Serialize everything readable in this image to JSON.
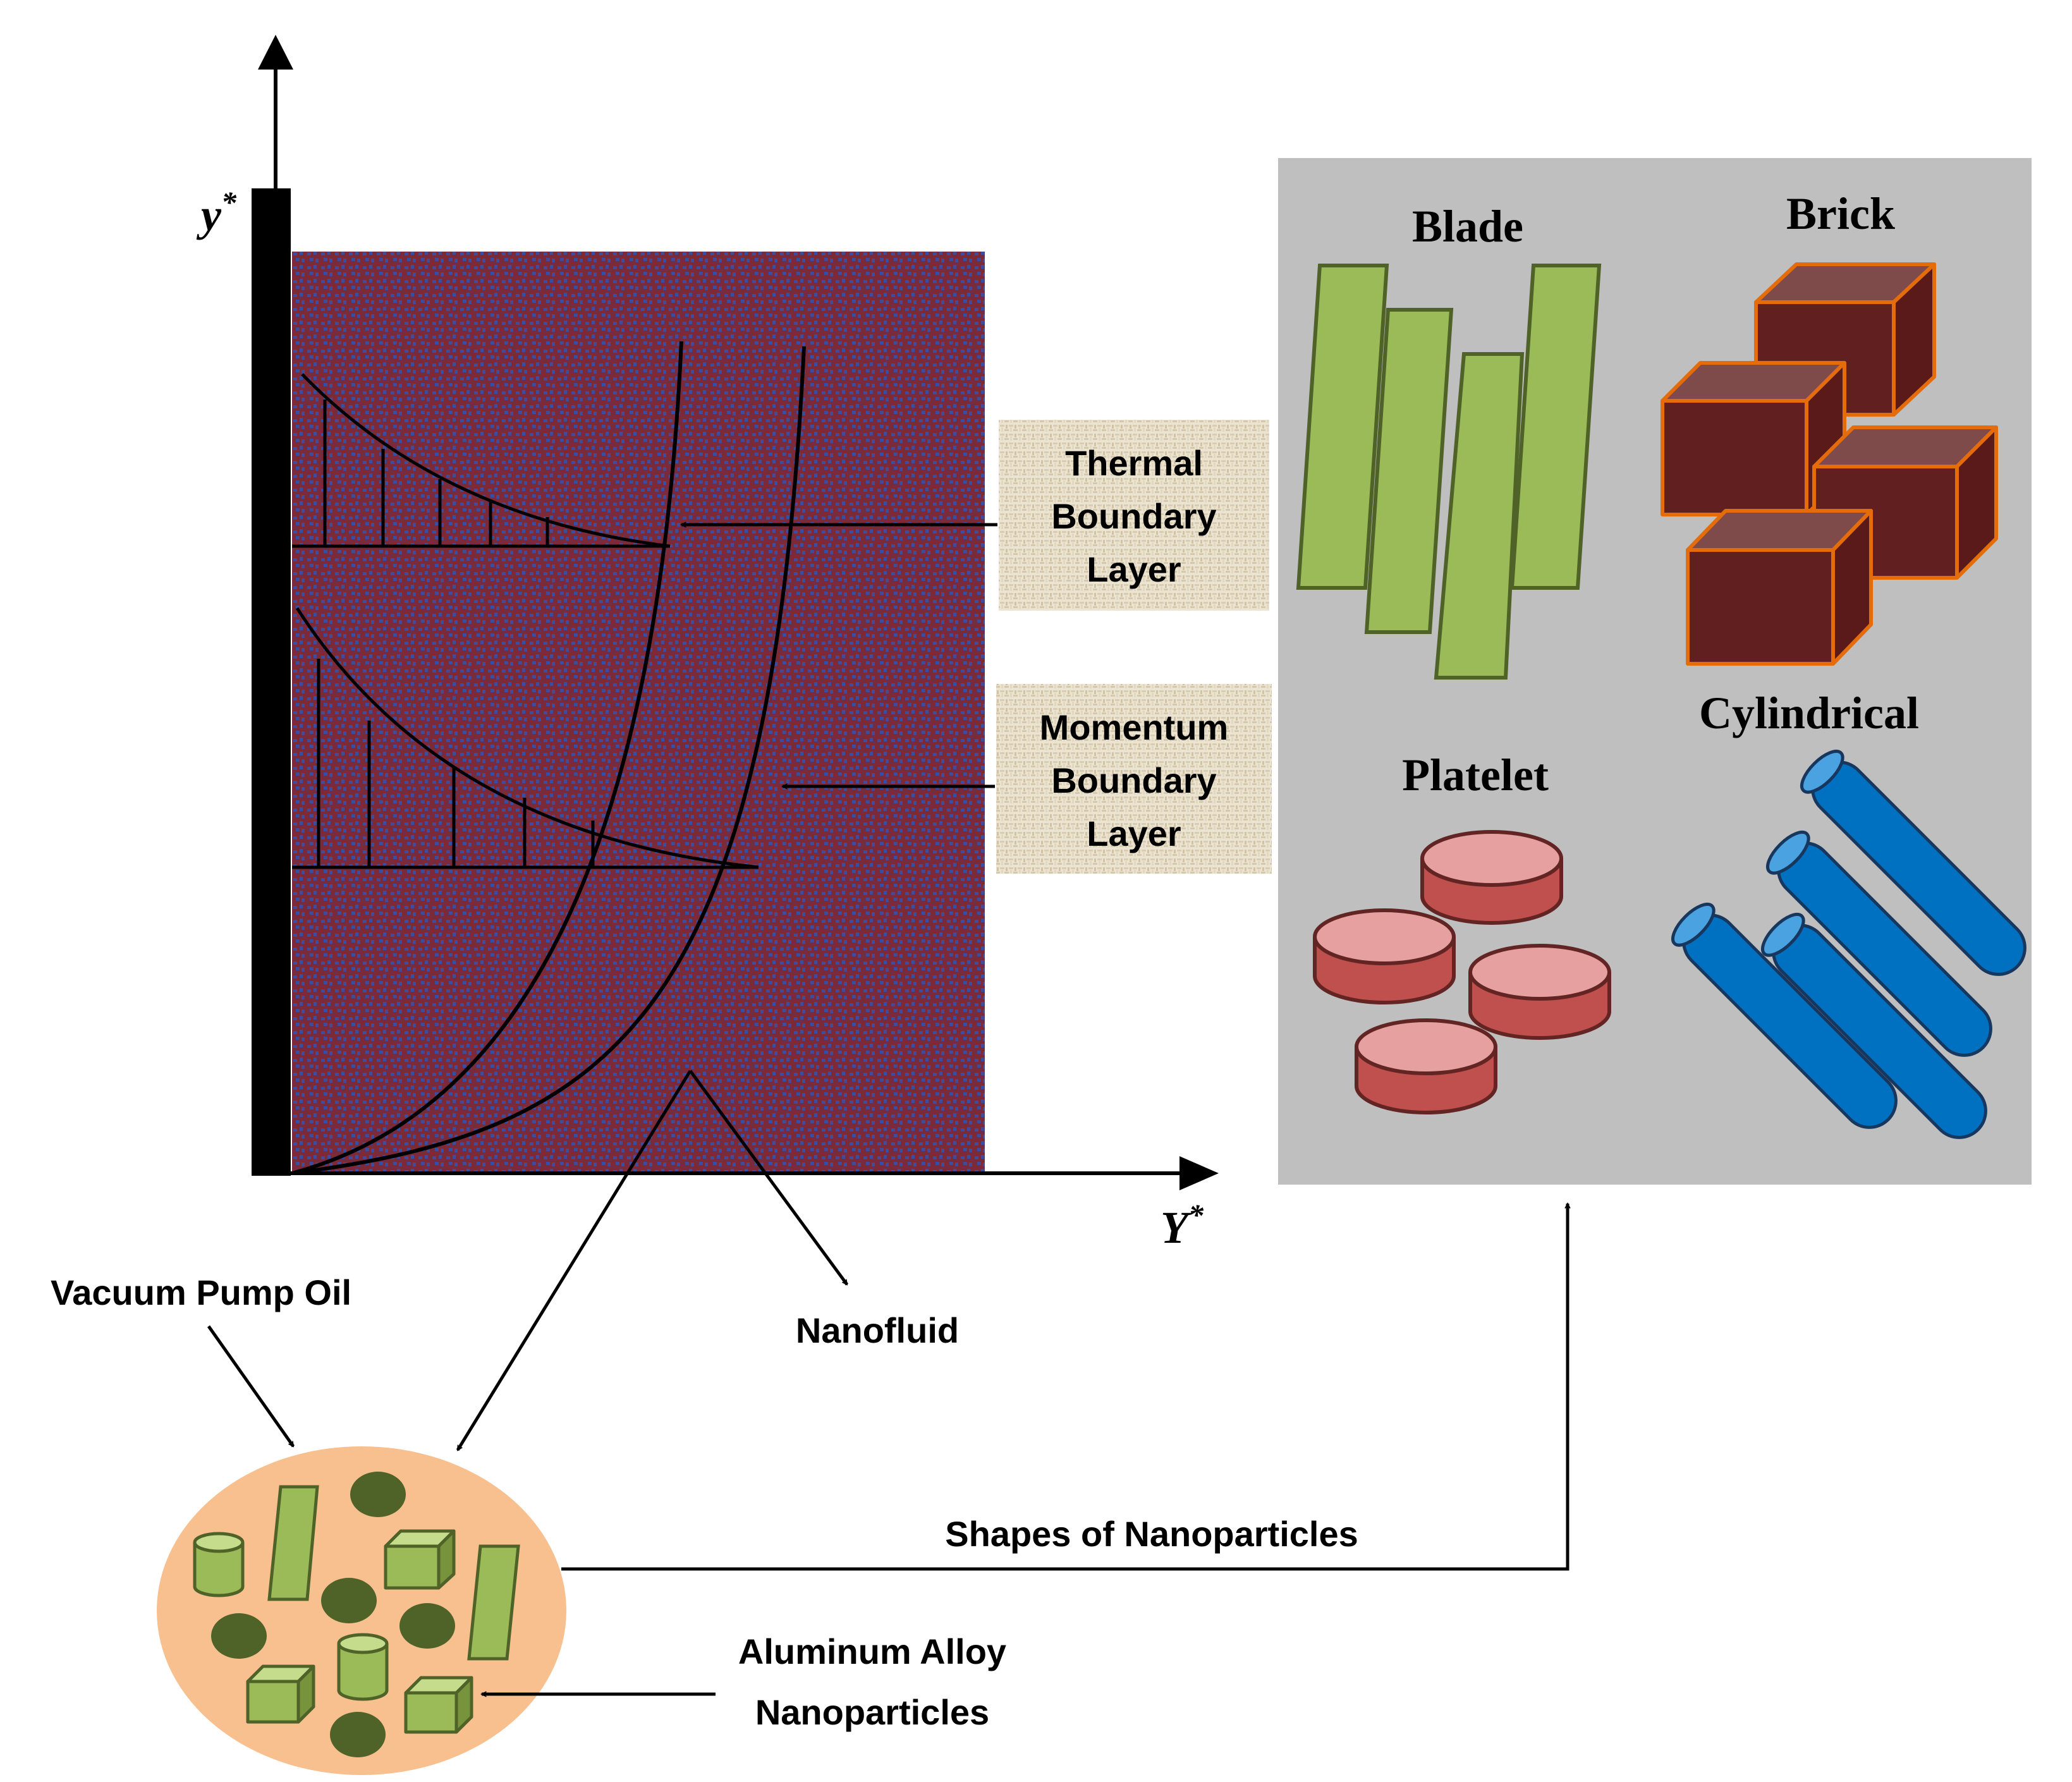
{
  "axes": {
    "y_label": "y",
    "y_sup": "*",
    "x_label": "Υ",
    "x_sup": "*"
  },
  "boxes": {
    "thermal": [
      "Thermal",
      "Boundary",
      "Layer"
    ],
    "momentum": [
      "Momentum",
      "Boundary",
      "Layer"
    ]
  },
  "labels": {
    "nanofluid": "Nanofluid",
    "base_fluid": "Vacuum Pump Oil",
    "particles": [
      "Aluminum Alloy",
      "Nanoparticles"
    ],
    "shapes_link": "Shapes of Nanoparticles"
  },
  "shapes_panel": {
    "blade": "Blade",
    "brick": "Brick",
    "platelet": "Platelet",
    "cylindrical": "Cylindrical"
  },
  "colors": {
    "nanofluid_base": "#7b2a3a",
    "nanofluid_dot": "#3a4a9a",
    "panel_bg": "#bfbfbf",
    "blade": "#9bbb59",
    "brick": "#5e1e1e",
    "brick_edge": "#e46c0a",
    "platelet": "#c0504d",
    "cylinder": "#0070c0",
    "oil_drop": "#f8c08e"
  },
  "icons": [
    "arrow-icon"
  ]
}
